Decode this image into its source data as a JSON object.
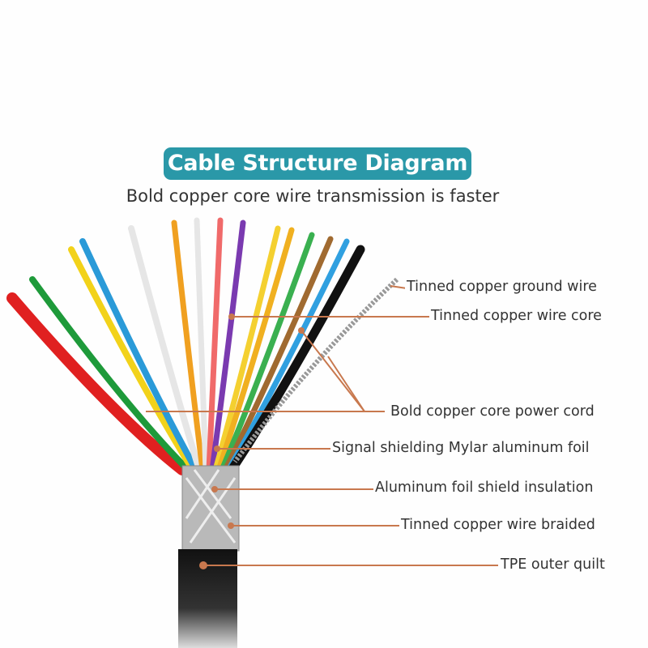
{
  "title": "Cable Structure Diagram",
  "subtitle": "Bold copper core wire transmission is faster",
  "labels": {
    "ground_wire": "Tinned copper ground wire",
    "wire_core": "Tinned copper wire core",
    "power_cord": "Bold copper core power cord",
    "mylar": "Signal shielding Mylar aluminum foil",
    "foil_insulation": "Aluminum foil shield insulation",
    "braided": "Tinned copper wire braided",
    "outer": "TPE outer quilt"
  },
  "colors": {
    "accent": "#2a98a8",
    "leader": "#c8784e"
  }
}
